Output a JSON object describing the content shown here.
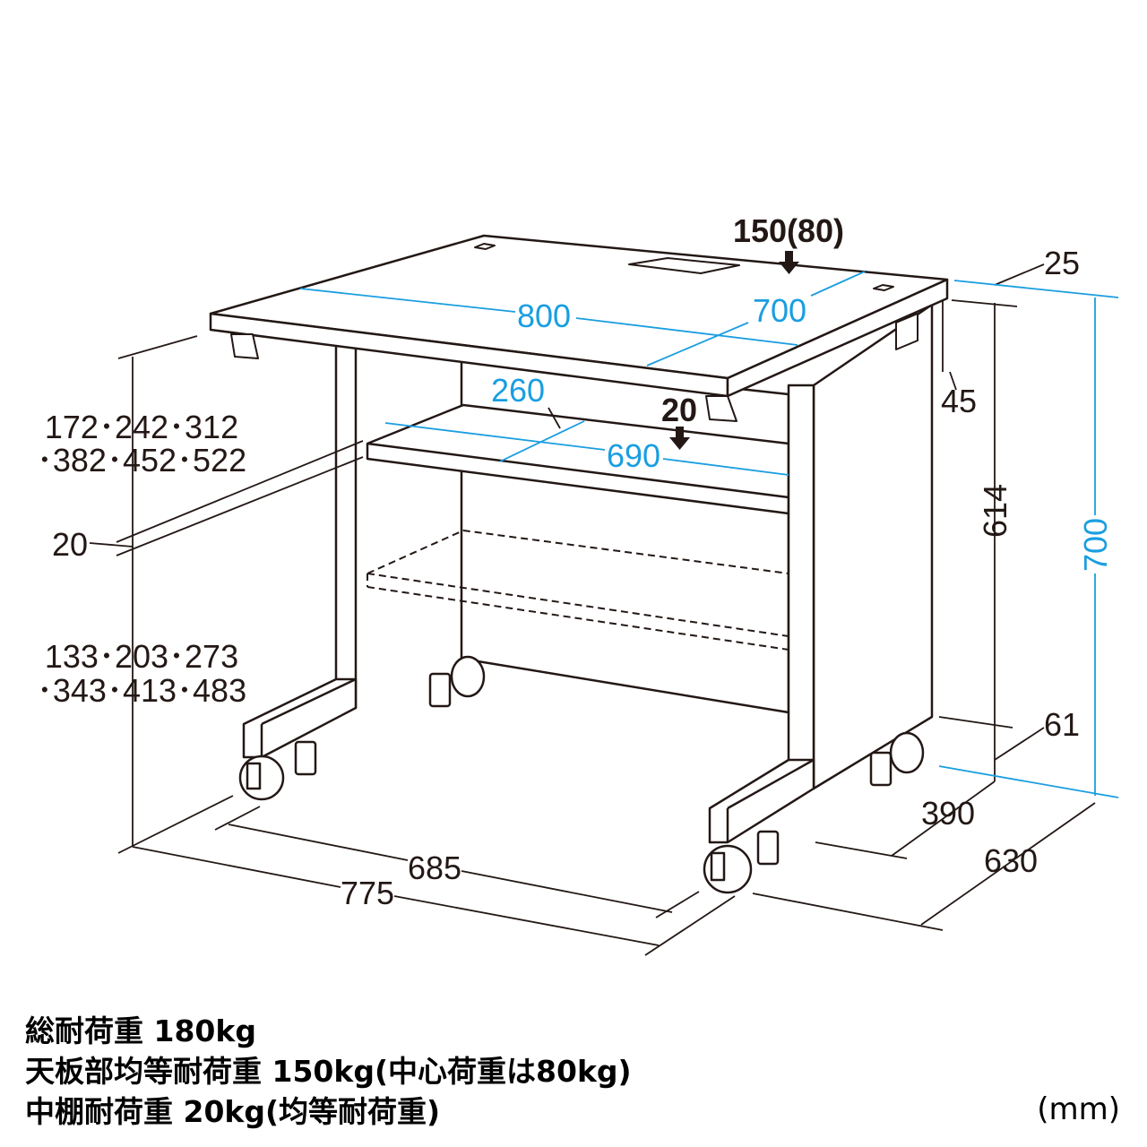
{
  "dimensions": {
    "top_load": "150(80)",
    "width_top": "800",
    "depth_top_inner": "700",
    "top_thickness": "25",
    "apron": "45",
    "height_under": "614",
    "height_total": "700",
    "base_height": "61",
    "base_inner_depth": "390",
    "depth_total": "630",
    "inner_width_floor": "685",
    "outer_width_floor": "775",
    "shelf_depth": "260",
    "shelf_width": "690",
    "shelf_load": "20",
    "shelf_upper_heights_1": "172･242･312",
    "shelf_upper_heights_2": "･382･452･522",
    "shelf_thickness": "20",
    "shelf_lower_heights_1": "133･203･273",
    "shelf_lower_heights_2": "･343･413･483"
  },
  "notes": [
    "総耐荷重 180kg",
    "天板部均等耐荷重 150kg(中心荷重は80kg)",
    "中棚耐荷重 20kg(均等耐荷重)"
  ],
  "unit": "(mm)",
  "colors": {
    "line": "#231815",
    "accent": "#1a9ee0"
  }
}
